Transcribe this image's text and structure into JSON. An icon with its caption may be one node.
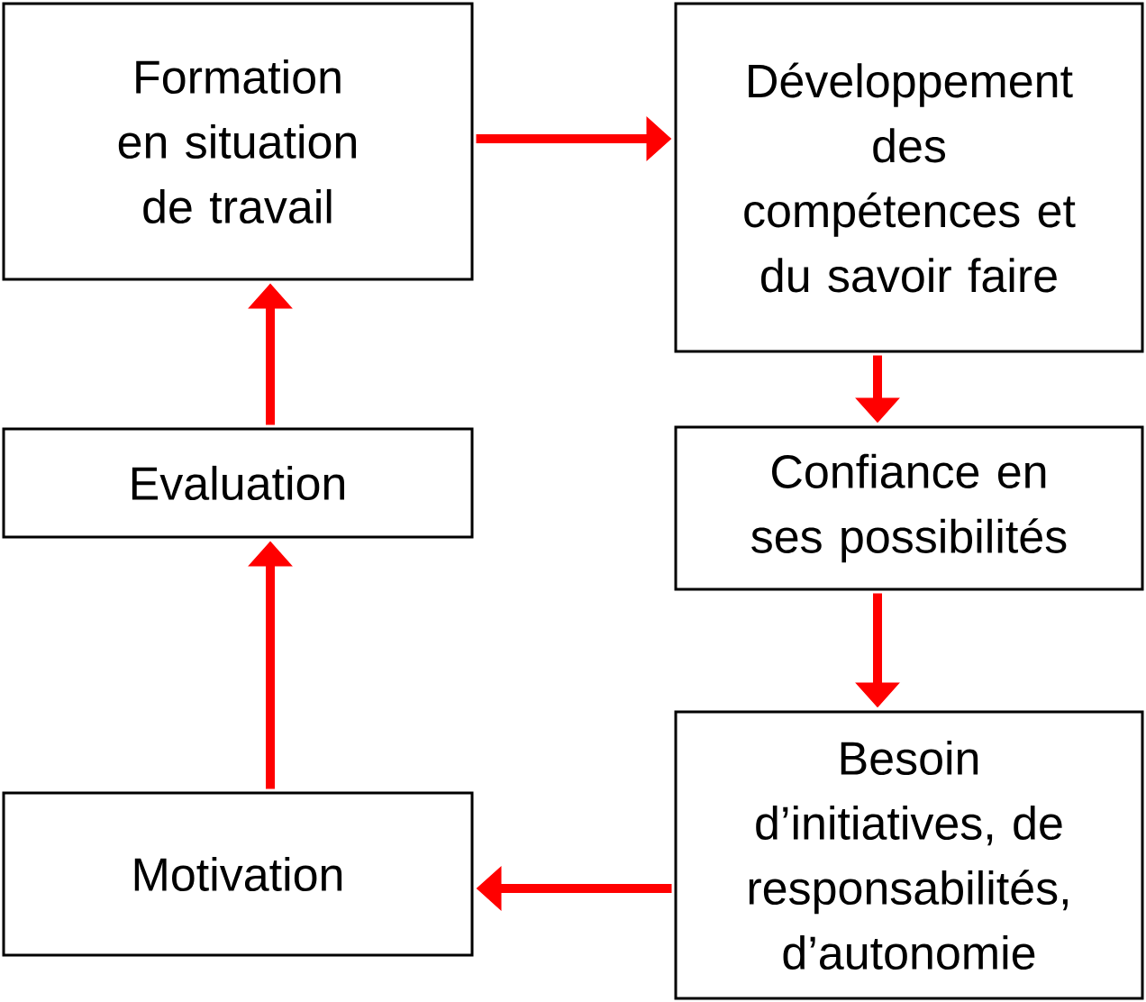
{
  "diagram": {
    "nodes": [
      {
        "text": [
          "Formation en situation de travail"
        ]
      },
      {
        "text": [
          "Développement des compétences et du savoir faire"
        ]
      },
      {
        "text": [
          "Evaluation"
        ]
      },
      {
        "text": [
          "Confiance en ses possibilités"
        ]
      },
      {
        "text": [
          "Motivation"
        ]
      },
      {
        "text": [
          "Besoin d’initiatives, de responsabilités, d’autonomie"
        ]
      }
    ],
    "edges": [
      {
        "from": 0,
        "to": 1,
        "arrow": "to"
      },
      {
        "from": 1,
        "to": 3,
        "arrow": "to"
      },
      {
        "from": 3,
        "to": 5,
        "arrow": "to"
      },
      {
        "from": 5,
        "to": 4,
        "arrow": "to"
      },
      {
        "from": 4,
        "to": 2,
        "arrow": "to"
      },
      {
        "from": 2,
        "to": 0,
        "arrow": "to"
      }
    ]
  }
}
